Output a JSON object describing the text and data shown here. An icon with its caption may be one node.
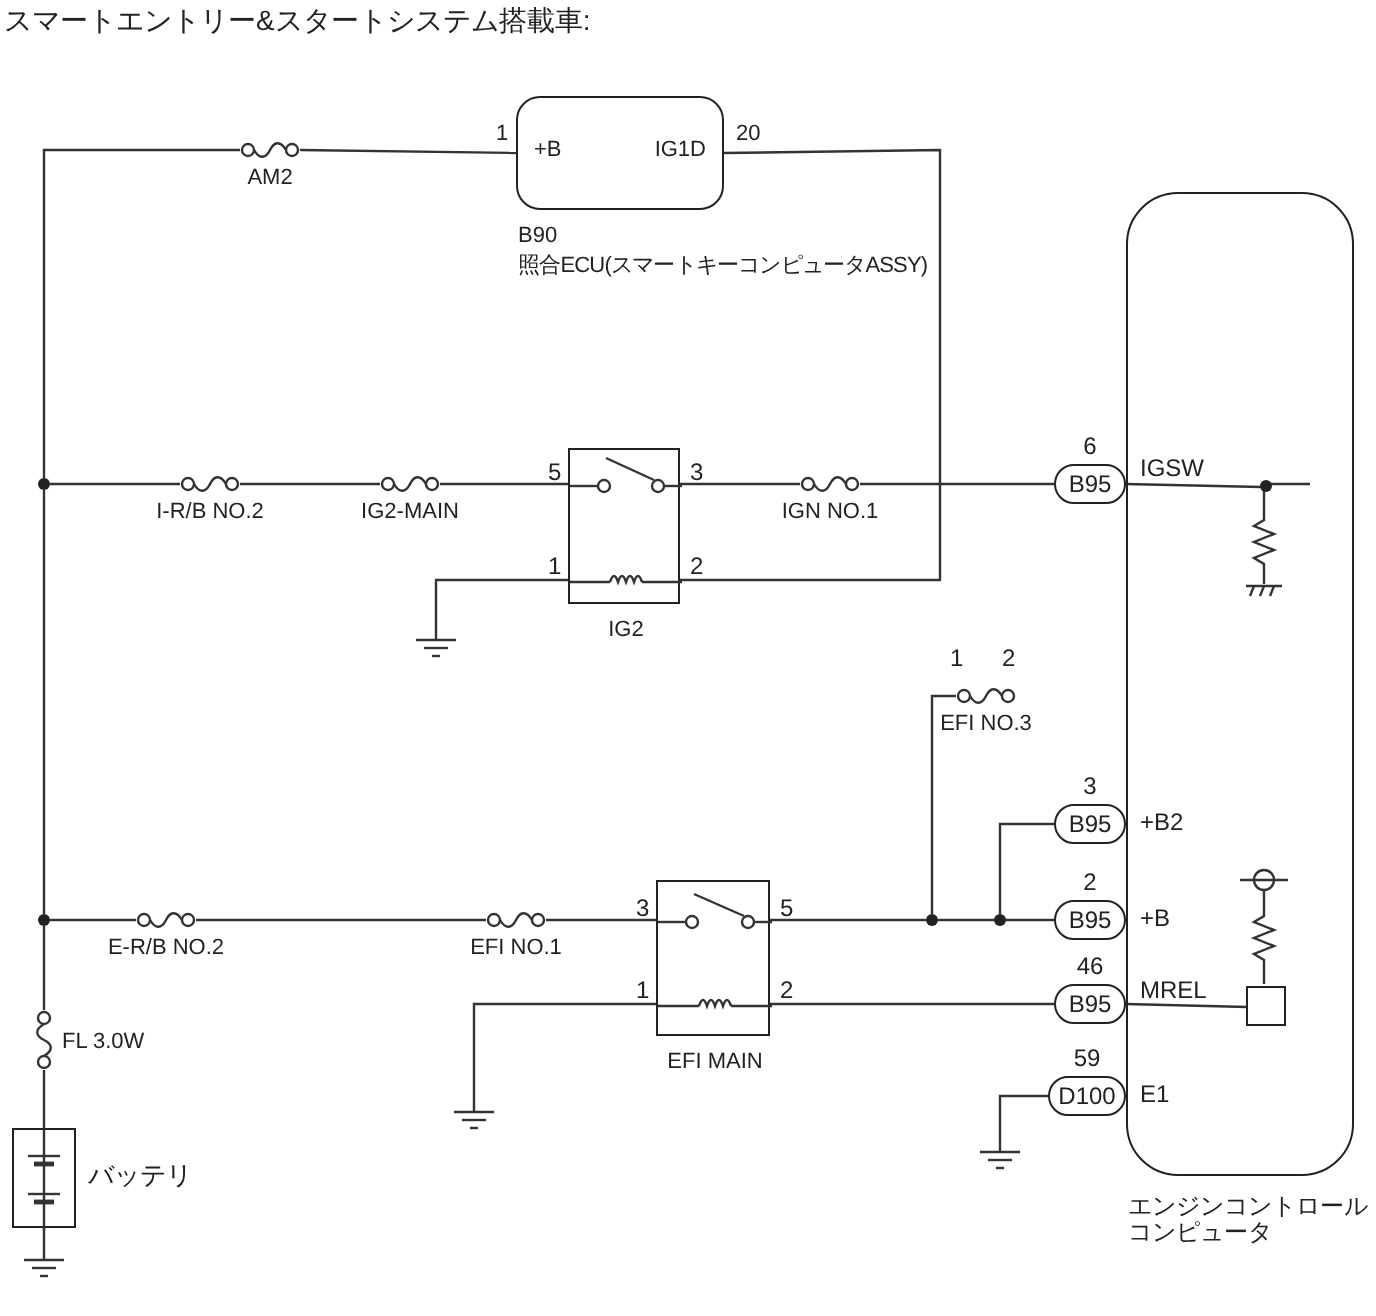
{
  "diagram": {
    "title": "スマートエントリー&スタートシステム搭載車:",
    "nodes": [
      {
        "text": [
          "+B",
          "IG1D"
        ],
        "beside": [
          "1",
          "20",
          "B90",
          "照合ECU(スマートキーコンピュータASSY)"
        ]
      },
      {
        "text": [
          "エンジンコントロールコンピュータ"
        ]
      },
      {
        "text": [
          "B95"
        ],
        "beside": [
          "6"
        ]
      },
      {
        "text": [
          "B95"
        ],
        "beside": [
          "3"
        ]
      },
      {
        "text": [
          "B95"
        ],
        "beside": [
          "2"
        ]
      },
      {
        "text": [
          "B95"
        ],
        "beside": [
          "46"
        ]
      },
      {
        "text": [
          "D100"
        ],
        "beside": [
          "59"
        ]
      },
      {
        "text": [
          "AM2"
        ]
      },
      {
        "text": [
          "I-R/B NO.2"
        ]
      },
      {
        "text": [
          "IG2-MAIN"
        ]
      },
      {
        "text": [
          "IGN NO.1"
        ]
      },
      {
        "text": [
          "E-R/B NO.2"
        ]
      },
      {
        "text": [
          "EFI NO.1"
        ]
      },
      {
        "text": [
          "EFI NO.3"
        ],
        "beside": [
          "1",
          "2"
        ]
      },
      {
        "text": [
          "FL 3.0W"
        ]
      },
      {
        "text": [
          "IG2"
        ],
        "beside": [
          "5",
          "3",
          "1",
          "2"
        ]
      },
      {
        "text": [
          "EFI MAIN"
        ],
        "beside": [
          "3",
          "5",
          "1",
          "2"
        ]
      },
      {
        "text": [
          "バッテリ"
        ]
      },
      {
        "text": [],
        "shape": "circle"
      },
      {
        "text": [],
        "shape": "circle"
      },
      {
        "text": [],
        "shape": "circle"
      },
      {
        "text": [],
        "shape": "circle"
      },
      {
        "text": [],
        "shape": "circle",
        "in": 1
      },
      {
        "text": [],
        "shape": "box",
        "in": 1
      }
    ],
    "edges": [
      {
        "from": 7,
        "to": 0,
        "arrow": "none"
      },
      {
        "from": 7,
        "to": 18,
        "arrow": "none"
      },
      {
        "from": 18,
        "to": 19,
        "arrow": "none"
      },
      {
        "from": 19,
        "to": 14,
        "arrow": "none"
      },
      {
        "from": 14,
        "to": 17,
        "arrow": "none"
      },
      {
        "from": 17,
        "to": null,
        "arrow": "none"
      },
      {
        "from": 0,
        "to": 15,
        "arrow": "none"
      },
      {
        "from": 18,
        "to": 8,
        "arrow": "none"
      },
      {
        "from": 8,
        "to": 9,
        "arrow": "none"
      },
      {
        "from": 9,
        "to": 15,
        "arrow": "none"
      },
      {
        "from": 15,
        "to": 10,
        "arrow": "none"
      },
      {
        "from": 10,
        "to": 2,
        "arrow": "none"
      },
      {
        "from": 15,
        "to": null,
        "arrow": "none"
      },
      {
        "from": 19,
        "to": 11,
        "arrow": "none"
      },
      {
        "from": 11,
        "to": 12,
        "arrow": "none"
      },
      {
        "from": 12,
        "to": 16,
        "arrow": "none"
      },
      {
        "from": 16,
        "to": 20,
        "arrow": "none"
      },
      {
        "from": 20,
        "to": 21,
        "arrow": "none"
      },
      {
        "from": 21,
        "to": 4,
        "arrow": "none"
      },
      {
        "from": 21,
        "to": 3,
        "arrow": "none"
      },
      {
        "from": 20,
        "to": 13,
        "arrow": "none"
      },
      {
        "from": 16,
        "to": 5,
        "arrow": "none"
      },
      {
        "from": 16,
        "to": null,
        "arrow": "none"
      },
      {
        "from": 6,
        "to": null,
        "arrow": "none"
      },
      {
        "from": 2,
        "to": 22,
        "arrow": "none"
      },
      {
        "from": 5,
        "to": 23,
        "arrow": "none"
      }
    ],
    "labels": [
      "IGSW",
      "+B2",
      "+B",
      "MREL",
      "E1"
    ]
  }
}
